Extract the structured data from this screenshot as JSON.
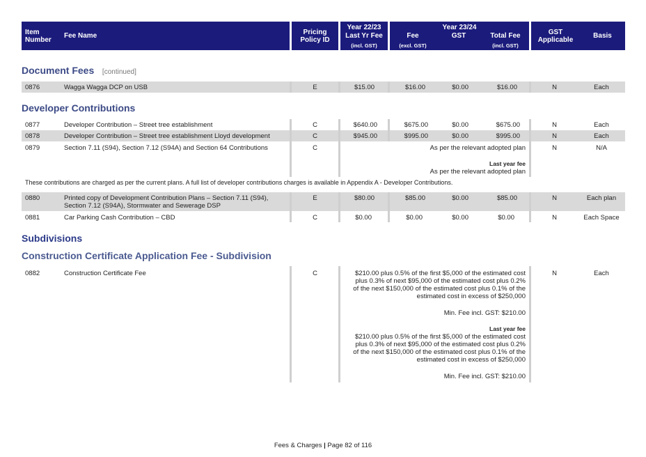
{
  "header": {
    "item_number": "Item Number",
    "fee_name": "Fee Name",
    "pricing_policy": "Pricing Policy ID",
    "year_prev": "Year 22/23",
    "last_yr_fee": "Last Yr Fee",
    "incl_gst": "(incl. GST)",
    "year_curr": "Year 23/24",
    "fee": "Fee",
    "excl_gst": "(excl. GST)",
    "gst": "GST",
    "total_fee": "Total Fee",
    "total_incl_gst": "(incl. GST)",
    "gst_applicable": "GST Applicable",
    "basis": "Basis"
  },
  "sections": {
    "document_fees": "Document Fees",
    "continued": "[continued]",
    "developer_contributions": "Developer Contributions",
    "subdivisions": "Subdivisions",
    "construction_cert": "Construction Certificate Application Fee - Subdivision"
  },
  "rows": {
    "r0876": {
      "num": "0876",
      "name": "Wagga Wagga DCP on USB",
      "policy": "E",
      "last": "$15.00",
      "fee": "$16.00",
      "gst": "$0.00",
      "total": "$16.00",
      "gst_app": "N",
      "basis": "Each"
    },
    "r0877": {
      "num": "0877",
      "name": "Developer Contribution – Street tree establishment",
      "policy": "C",
      "last": "$640.00",
      "fee": "$675.00",
      "gst": "$0.00",
      "total": "$675.00",
      "gst_app": "N",
      "basis": "Each"
    },
    "r0878": {
      "num": "0878",
      "name": "Developer Contribution – Street tree establishment Lloyd development",
      "policy": "C",
      "last": "$945.00",
      "fee": "$995.00",
      "gst": "$0.00",
      "total": "$995.00",
      "gst_app": "N",
      "basis": "Each"
    },
    "r0879": {
      "num": "0879",
      "name": "Section 7.11 (S94), Section 7.12 (S94A) and Section 64 Contributions",
      "policy": "C",
      "fee_text": "As per the relevant adopted plan",
      "last_year_label": "Last year fee",
      "last_year_text": "As per the relevant adopted plan",
      "gst_app": "N",
      "basis": "N/A"
    },
    "note": "These contributions are charged as per the current plans. A full list of developer contributions charges is available in Appendix A - Developer Contributions.",
    "r0880": {
      "num": "0880",
      "name_line1": "Printed copy of Development Contribution Plans – Section 7.11 (S94),",
      "name_line2": "Section 7.12 (S94A), Stormwater and Sewerage DSP",
      "policy": "E",
      "last": "$80.00",
      "fee": "$85.00",
      "gst": "$0.00",
      "total": "$85.00",
      "gst_app": "N",
      "basis": "Each plan"
    },
    "r0881": {
      "num": "0881",
      "name": "Car Parking Cash Contribution – CBD",
      "policy": "C",
      "last": "$0.00",
      "fee": "$0.00",
      "gst": "$0.00",
      "total": "$0.00",
      "gst_app": "N",
      "basis": "Each Space"
    },
    "r0882": {
      "num": "0882",
      "name": "Construction Certificate Fee",
      "policy": "C",
      "fee_lines": [
        "$210.00 plus 0.5% of the first $5,000 of the estimated cost",
        "plus 0.3% of next $95,000 of the estimated cost plus 0.2%",
        "of the next $150,000 of the estimated cost plus 0.1% of the",
        "estimated cost in excess of $250,000"
      ],
      "min_fee": "Min. Fee incl. GST: $210.00",
      "last_year_label": "Last year fee",
      "last_lines": [
        "$210.00 plus 0.5% of the first $5,000 of the estimated cost",
        "plus 0.3% of next $95,000 of the estimated cost plus 0.2%",
        "of the next $150,000 of the estimated cost plus 0.1% of the",
        "estimated cost in excess of $250,000"
      ],
      "last_min_fee": "Min. Fee incl. GST: $210.00",
      "gst_app": "N",
      "basis": "Each"
    }
  },
  "footer": {
    "left": "Fees & Charges",
    "sep": "|",
    "right": "Page 82 of 116"
  },
  "colors": {
    "header_bg": "#1b1b7c",
    "section_title": "#3c4a86",
    "row_shade": "#d9d9d9"
  }
}
